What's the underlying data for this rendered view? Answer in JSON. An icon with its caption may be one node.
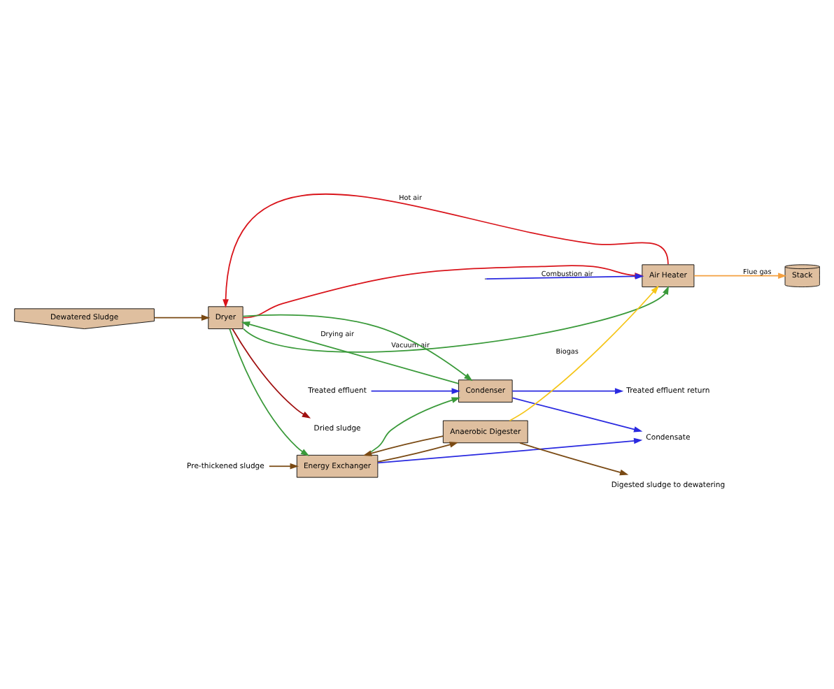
{
  "diagram": {
    "nodes": [
      {
        "text": [
          "Dewatered Sludge"
        ]
      },
      {
        "text": [
          "Dryer"
        ]
      },
      {
        "text": [
          "Air Heater"
        ]
      },
      {
        "text": [
          "Stack"
        ]
      },
      {
        "text": [
          "Condenser"
        ]
      },
      {
        "text": [
          "Energy Exchanger"
        ]
      },
      {
        "text": [
          "Anaerobic Digester"
        ]
      },
      {
        "text": [
          "Dried sludge"
        ]
      },
      {
        "text": [
          "Treated effluent"
        ]
      },
      {
        "text": [
          "Treated effluent return"
        ]
      },
      {
        "text": [
          "Condensate"
        ]
      },
      {
        "text": [
          "Pre-thickened sludge"
        ]
      },
      {
        "text": [
          "Digested sludge to dewatering"
        ]
      }
    ],
    "edges": [
      {
        "from": 0,
        "to": 1,
        "arrow": "to",
        "color": "#7a4a14"
      },
      {
        "from": 2,
        "to": 1,
        "arrow": "to",
        "label": "Hot air",
        "color": "#d9141b"
      },
      {
        "from": 1,
        "to": 2,
        "arrow": "to",
        "color": "#d9141b"
      },
      {
        "from": 1,
        "to": 7,
        "arrow": "to",
        "color": "#a01010"
      },
      {
        "from": 4,
        "to": 1,
        "arrow": "to",
        "label": "Drying air",
        "color": "#3a9a3a"
      },
      {
        "from": 1,
        "to": 4,
        "arrow": "to",
        "color": "#3a9a3a"
      },
      {
        "from": 1,
        "to": 2,
        "arrow": "to",
        "label": "Vacuum air",
        "color": "#3a9a3a"
      },
      {
        "from": 1,
        "to": 5,
        "arrow": "to",
        "color": "#3a9a3a"
      },
      {
        "from": 5,
        "to": 4,
        "arrow": "to",
        "color": "#3a9a3a"
      },
      {
        "from": null,
        "to": 2,
        "arrow": "to",
        "label": "Combustion air",
        "color": "#2a2ae0"
      },
      {
        "from": 2,
        "to": 3,
        "arrow": "to",
        "label": "Flue gas",
        "color": "#f4a040"
      },
      {
        "from": 6,
        "to": 2,
        "arrow": "to",
        "label": "Biogas",
        "color": "#f5c518"
      },
      {
        "from": 8,
        "to": 4,
        "arrow": "to",
        "color": "#2a2ae0"
      },
      {
        "from": 4,
        "to": 9,
        "arrow": "to",
        "color": "#2a2ae0"
      },
      {
        "from": 4,
        "to": 10,
        "arrow": "to",
        "color": "#2a2ae0"
      },
      {
        "from": 5,
        "to": 10,
        "arrow": "to",
        "color": "#2a2ae0"
      },
      {
        "from": 5,
        "to": 6,
        "arrow": "to",
        "color": "#7a4a14"
      },
      {
        "from": 6,
        "to": 5,
        "arrow": "to",
        "color": "#7a4a14"
      },
      {
        "from": 11,
        "to": 5,
        "arrow": "to",
        "color": "#7a4a14"
      },
      {
        "from": 6,
        "to": 12,
        "arrow": "to",
        "color": "#7a4a14"
      }
    ]
  }
}
